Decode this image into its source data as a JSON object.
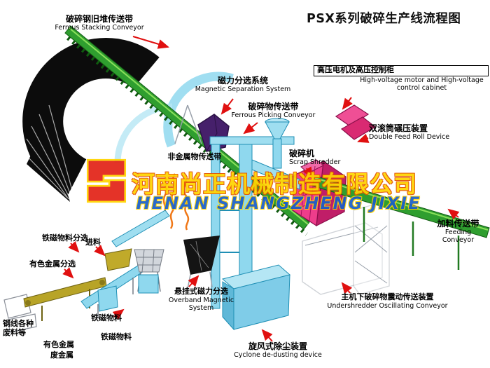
{
  "title": "PSX系列破碎生产线流程图",
  "watermark": {
    "company_zh": "河南尚正机械制造有限公司",
    "company_en": "HENAN SHANGZHENG JIXIE"
  },
  "colors": {
    "conveyor_green": "#2f9e2f",
    "machine_cyan": "#8fd8ee",
    "shredder_pink": "#ee3d8b",
    "separator_purple": "#46206b",
    "arrow_red": "#e01010",
    "watermark_yellow": "#ffd400"
  },
  "labels": {
    "stacking": {
      "zh": "破碎钢旧堆传送带",
      "en": "Ferrous Stacking Conveyor"
    },
    "magnetic_separation": {
      "zh": "磁力分选系统",
      "en": "Magnetic Separation System"
    },
    "ferrous_picking": {
      "zh": "破碎物传送带",
      "en": "Ferrous Picking Conveyor"
    },
    "hv_cabinet": {
      "zh": "高压电机及高压控制柜",
      "en": "High-voltage motor and High-voltage control cabinet"
    },
    "double_feed_roll": {
      "zh": "双滚筒碾压装置",
      "en": "Double Feed Roll Device"
    },
    "shredder": {
      "zh": "破碎机",
      "en": "Scrap Shredder"
    },
    "nonmetal_conveyor": {
      "zh": "非金属物传送带"
    },
    "feeding_conveyor": {
      "zh": "加料传送带",
      "en": "Feeding Conveyor"
    },
    "overband": {
      "zh": "悬挂式磁力分选",
      "en": "Overband Magnetic System"
    },
    "undershredder": {
      "zh": "主机下破碎物震动传送装置",
      "en": "Undershredder Oscillating Conveyor"
    },
    "cyclone": {
      "zh": "旋风式除尘装置",
      "en": "Cyclone de-dusting device"
    },
    "ferro_sorting": {
      "zh": "铁磁物料分选"
    },
    "feed_in": {
      "zh": "进料"
    },
    "nonferrous_sorting": {
      "zh": "有色金属分选"
    },
    "steel_wire": {
      "line1": "钢线各种",
      "line2": "废料等"
    },
    "nonferrous_metal": {
      "zh": "有色金属"
    },
    "ferro_material_1": {
      "zh": "铁磁物料"
    },
    "ferro_material_2": {
      "zh": "铁磁物料"
    },
    "scrap_metal": {
      "zh": "废金属"
    }
  }
}
